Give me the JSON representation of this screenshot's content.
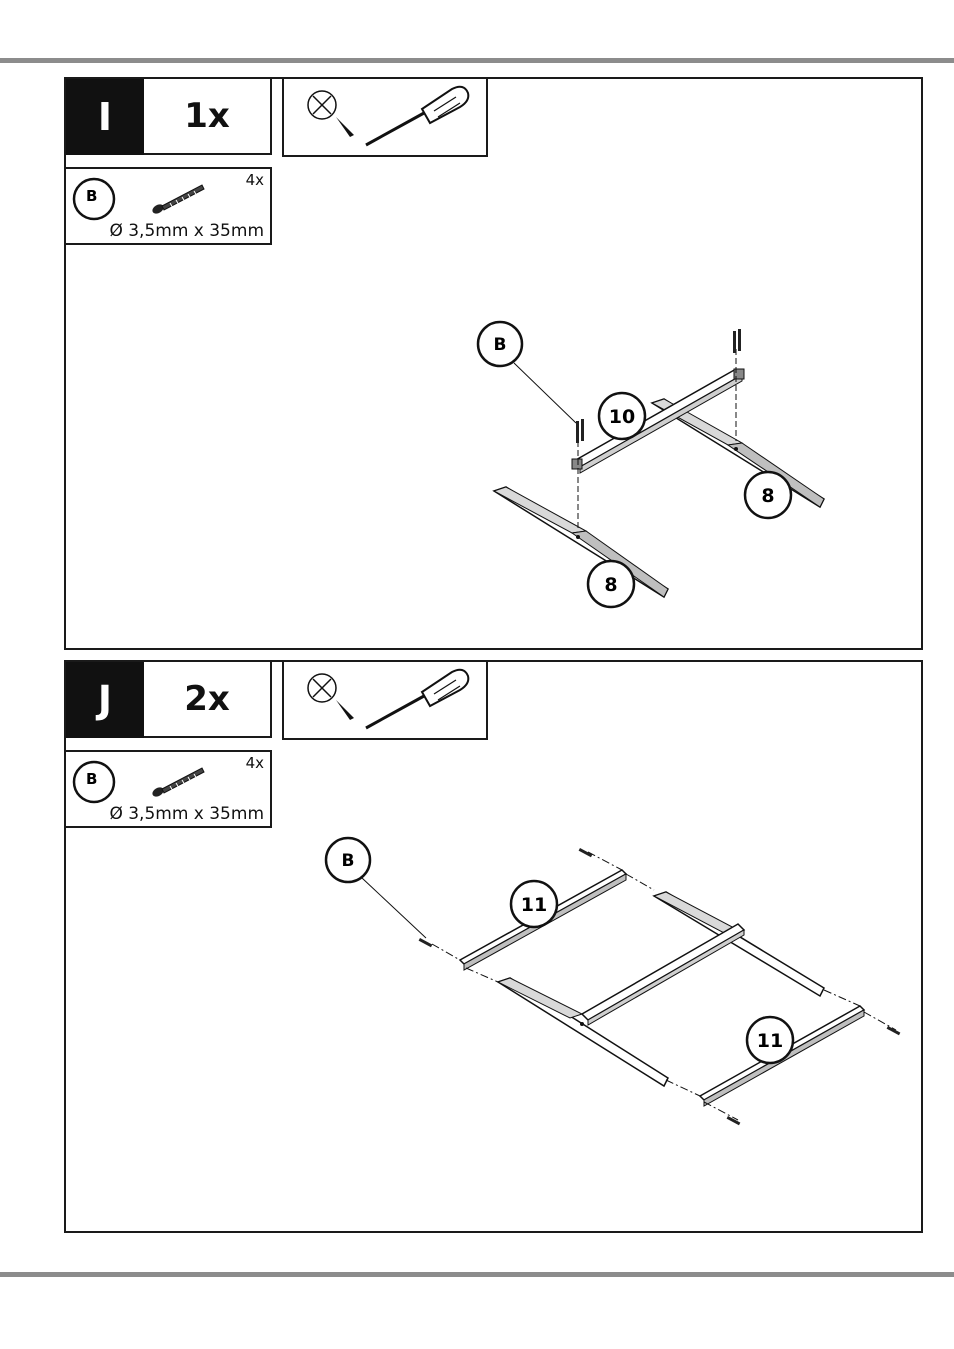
{
  "steps": [
    {
      "letter": "I",
      "quantity": "1x",
      "part": {
        "code": "B",
        "count": "4x",
        "size": "Ø 3,5mm x 35mm"
      },
      "callouts": {
        "screw": "B",
        "crossbar": "10",
        "leg_right": "8",
        "leg_left": "8"
      }
    },
    {
      "letter": "J",
      "quantity": "2x",
      "part": {
        "code": "B",
        "count": "4x",
        "size": "Ø 3,5mm x 35mm"
      },
      "callouts": {
        "screw": "B",
        "rail_top": "11",
        "rail_bottom": "11"
      }
    }
  ],
  "icons": {
    "tool": "phillips-screwdriver-icon",
    "screw": "wood-screw-icon"
  }
}
